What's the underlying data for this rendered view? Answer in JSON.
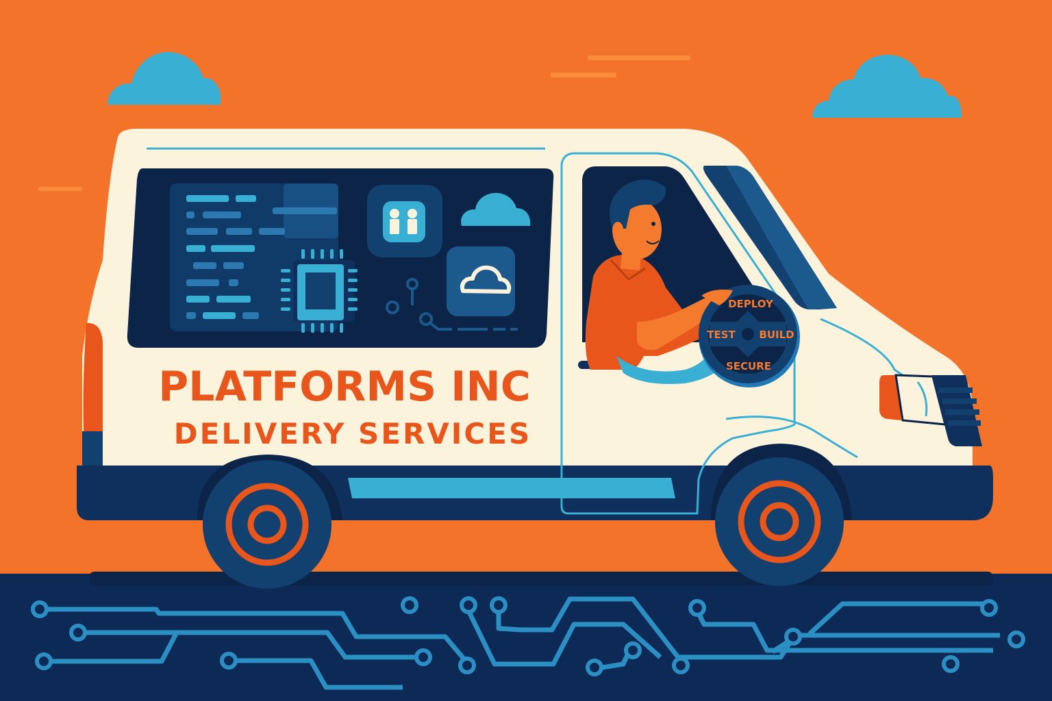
{
  "scene": {
    "description": "Delivery van illustration with driver and tech graphics",
    "colors": {
      "sky": "#f4732b",
      "sky_streak": "#f98d3a",
      "cloud": "#3aafd4",
      "van_body": "#fcf3dd",
      "navy": "#0f2f5c",
      "navy_dark": "#0b2448",
      "panel_blue": "#12406f",
      "accent_blue": "#3aafd4",
      "brand_orange": "#e8561c",
      "road": "#0c2a55",
      "circuit": "#2b8fc4"
    }
  },
  "van": {
    "brand_name": "PLATFORMS INC",
    "tagline": "DELIVERY SERVICES"
  },
  "steering_wheel": {
    "labels": {
      "top": "DEPLOY",
      "left": "TEST",
      "right": "BUILD",
      "bottom": "SECURE"
    }
  },
  "window_graphics": {
    "icons": [
      "code-lines-icon",
      "chip-icon",
      "app-grid-icon",
      "cloud-icon",
      "cloud-outline-icon",
      "circuit-node-icon"
    ]
  }
}
